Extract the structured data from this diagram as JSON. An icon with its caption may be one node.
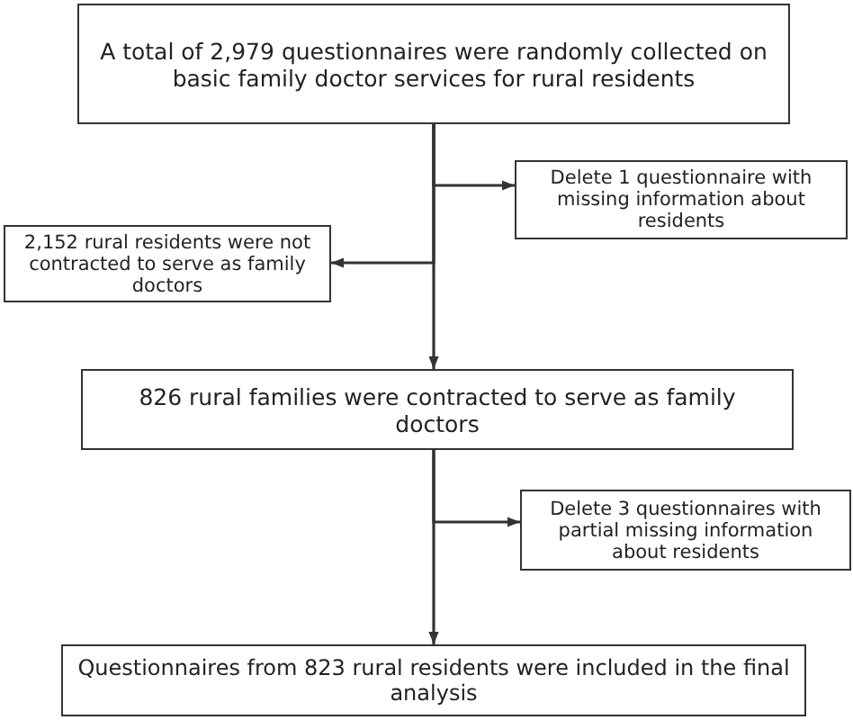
{
  "diagram": {
    "nodes": [
      {
        "text": [
          "A total of 2,979 questionnaires were randomly collected on basic family doctor services for rural residents"
        ]
      },
      {
        "text": [
          "Delete 1 questionnaire with missing information about residents"
        ]
      },
      {
        "text": [
          "2,152 rural residents were not contracted to serve as family doctors"
        ]
      },
      {
        "text": [
          "826 rural families were contracted to serve as family doctors"
        ]
      },
      {
        "text": [
          "Delete 3 questionnaires with partial missing information about residents"
        ]
      },
      {
        "text": [
          "Questionnaires from 823 rural residents were included in the final analysis"
        ]
      }
    ],
    "edges": [
      {
        "from": 0,
        "to": 1,
        "arrow": "to"
      },
      {
        "from": 0,
        "to": 2,
        "arrow": "to"
      },
      {
        "from": 0,
        "to": 3,
        "arrow": "to"
      },
      {
        "from": 3,
        "to": 4,
        "arrow": "to"
      },
      {
        "from": 3,
        "to": 5,
        "arrow": "to"
      }
    ]
  }
}
